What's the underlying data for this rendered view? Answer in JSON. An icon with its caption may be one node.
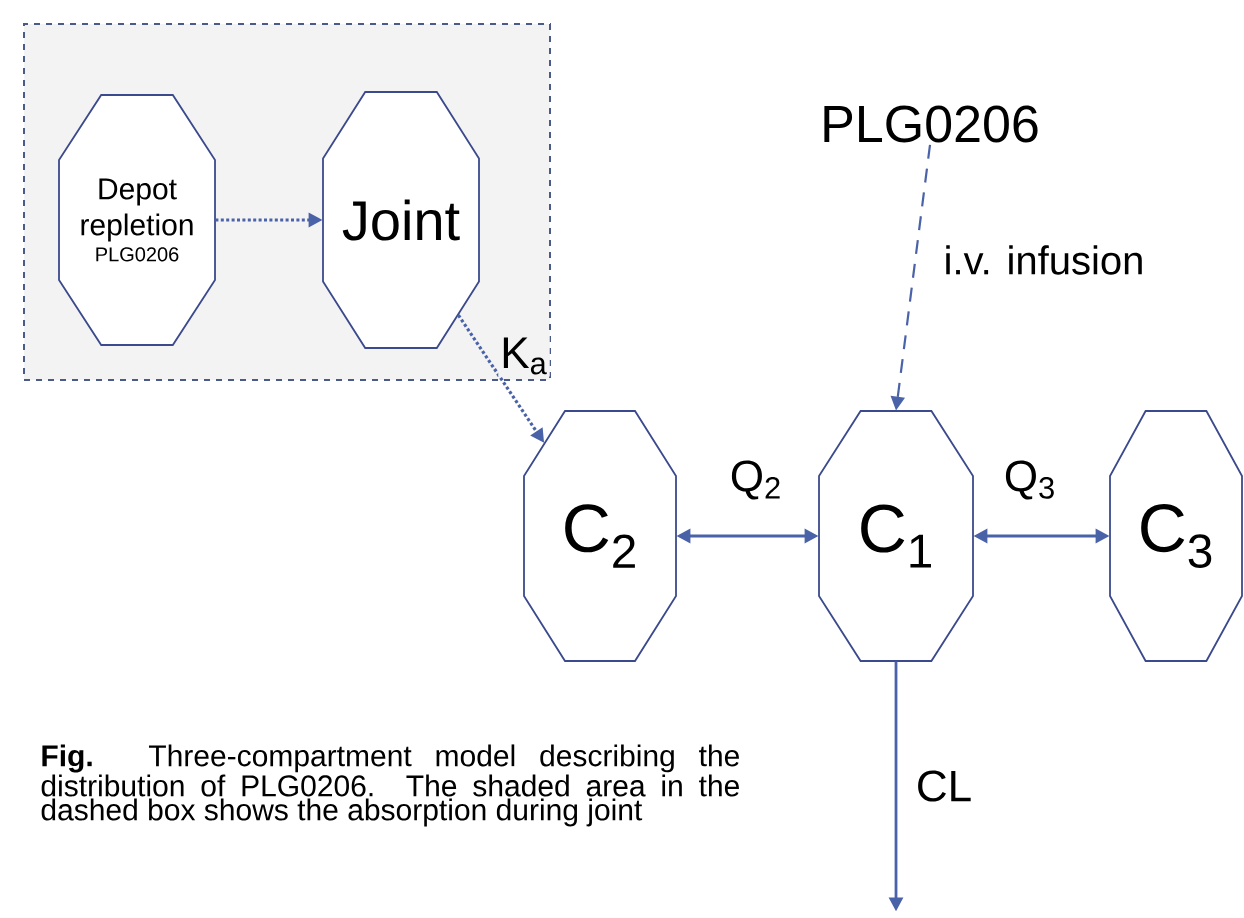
{
  "diagram": {
    "caption": "**Fig.** Three-compartment model describing the distribution of PLG0206. The shaded area in the dashed box shows the absorption during joint",
    "nodes": [
      {
        "text": [],
        "shape": "box"
      },
      {
        "text": [
          "Depot repletion",
          "PLG0206"
        ],
        "in": 0
      },
      {
        "text": [
          "Joint"
        ],
        "in": 0
      },
      {
        "text": [
          "C$_{2}$"
        ]
      },
      {
        "text": [
          "C$_{1}$"
        ]
      },
      {
        "text": [
          "C$_{3}$"
        ]
      },
      {
        "text": [
          "PLG0206"
        ]
      }
    ],
    "edges": [
      {
        "from": 1,
        "to": 2,
        "arrow": "to",
        "style": "dashed"
      },
      {
        "from": 2,
        "to": 3,
        "arrow": "to",
        "style": "dashed",
        "label": "K$_{a}$"
      },
      {
        "from": 3,
        "to": 4,
        "arrow": "both",
        "label": "Q$_{2}$"
      },
      {
        "from": 4,
        "to": 5,
        "arrow": "both",
        "label": "Q$_{3}$"
      },
      {
        "from": 6,
        "to": 4,
        "arrow": "to",
        "style": "dashed",
        "label": "i.v. infusion"
      },
      {
        "from": 4,
        "to": null,
        "arrow": "to",
        "label": "CL"
      }
    ]
  }
}
